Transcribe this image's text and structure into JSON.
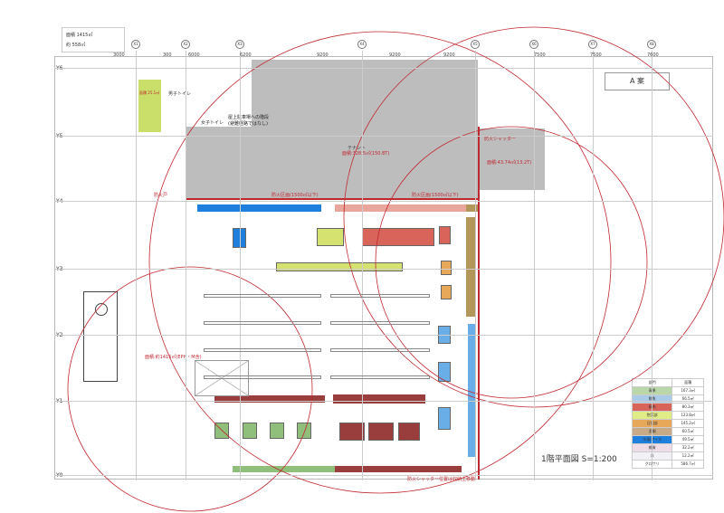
{
  "info_box": {
    "line1": "面積 1415㎡",
    "line2": "約 558㎡"
  },
  "columns": [
    "X1",
    "X2",
    "X3",
    "X4",
    "X5",
    "X6",
    "X7",
    "X8"
  ],
  "dimensions": [
    "3000",
    "300",
    "6000",
    "6200",
    "9200",
    "9200",
    "9200",
    "7500",
    "7500",
    "7600"
  ],
  "rows": [
    "Y6",
    "Y5",
    "Y4",
    "Y3",
    "Y2",
    "Y1",
    "Y0"
  ],
  "plan_label": "A 案",
  "labels": {
    "tenant": "テナント",
    "tenant_area": "面積:328.5㎡(150.8T)",
    "tenant2_area": "面積:43.74㎡(13.2T)",
    "green_area": "面積 25.1㎡",
    "toilet_male": "男子トイレ",
    "toilet_female": "女子トイレ",
    "rooftop_route": "屋上駐車場への階段\n(避難経路ではなし)",
    "firewall_1": "防火区画(1500㎡以下)",
    "firewall_2": "防火区画(1500㎡以下)",
    "fire_door": "防火戸",
    "shutter": "防火シャッター",
    "sales_area": "面積:約1415㎡(EPH・M含)",
    "bottom_note": "防火シャッター位置は収納上移動",
    "title": "1階平面図 S=1:200"
  },
  "legend": {
    "headers": [
      "部門",
      "面積"
    ],
    "rows": [
      {
        "name": "青果",
        "value": "167.3㎡",
        "color": "#b9d7a8"
      },
      {
        "name": "鮮魚",
        "value": "66.5㎡",
        "color": "#a9cbe8"
      },
      {
        "name": "精肉",
        "value": "80.3㎡",
        "color": "#d9645a"
      },
      {
        "name": "惣菜部",
        "value": "123.8㎡",
        "color": "#e0ec86"
      },
      {
        "name": "日配部",
        "value": "145.2㎡",
        "color": "#e8a85a"
      },
      {
        "name": "酒類",
        "value": "60.5㎡",
        "color": "#c8aa86"
      },
      {
        "name": "冷凍/アイス",
        "value": "49.5㎡",
        "color": "#1f7fdc"
      },
      {
        "name": "雑貨",
        "value": "32.2㎡",
        "color": "#eedde6"
      },
      {
        "name": "米",
        "value": "12.2㎡",
        "color": "#f1f1f6"
      },
      {
        "name": "グロサリ",
        "value": "586.7㎡",
        "color": "#ffffff"
      }
    ]
  }
}
